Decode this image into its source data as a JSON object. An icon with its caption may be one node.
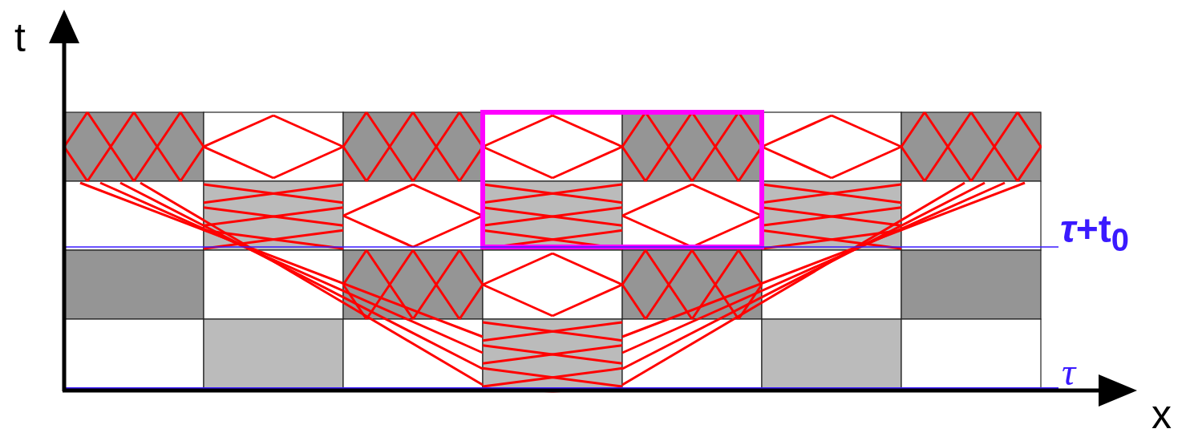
{
  "diagram": {
    "labels": [
      "t",
      "x",
      "*τ*+t$_{0}$",
      "*τ*"
    ]
  }
}
